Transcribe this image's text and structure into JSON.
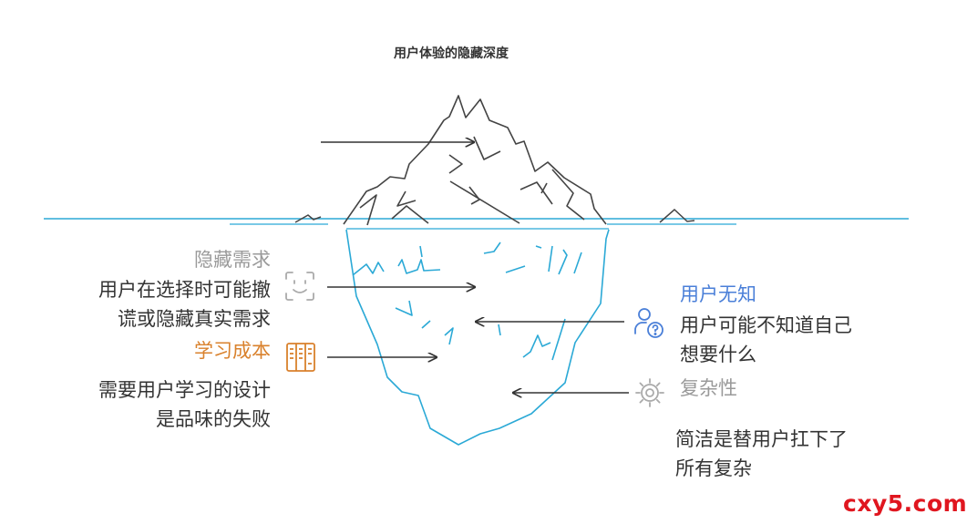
{
  "title": "用户体验的隐藏深度",
  "left": {
    "hidden_needs": {
      "label": "隐藏需求",
      "line1": "用户在选择时可能撤",
      "line2": "谎或隐藏真实需求",
      "icon": "face-scan-icon"
    },
    "learning_cost": {
      "label": "学习成本",
      "line1": "需要用户学习的设计",
      "line2": "是品味的失败",
      "icon": "building-icon"
    }
  },
  "right": {
    "user_ignorance": {
      "label": "用户无知",
      "line1": "用户可能不知道自己",
      "line2": "想要什么",
      "icon": "user-question-icon"
    },
    "complexity": {
      "label": "复杂性",
      "line1": "简洁是替用户扛下了",
      "line2": "所有复杂",
      "icon": "gear-icon"
    }
  },
  "watermark": "cxy5.com",
  "colors": {
    "water": "#2ba9d6",
    "rock": "#444444",
    "gray_label": "#9a9a9a",
    "orange_label": "#d9812c",
    "blue_label": "#4a7fd8",
    "watermark": "#e0161f"
  }
}
